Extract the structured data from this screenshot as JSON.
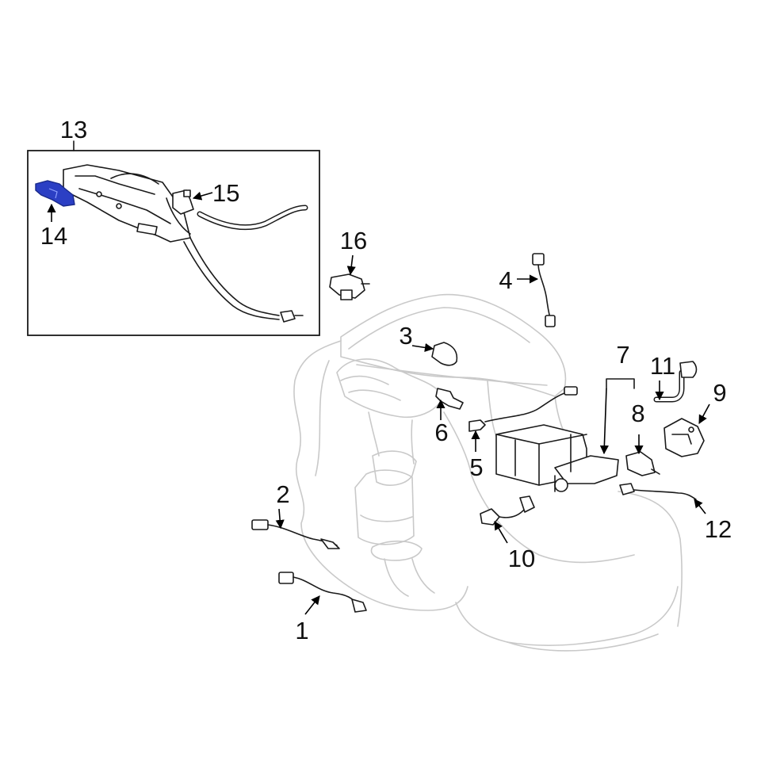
{
  "diagram": {
    "highlight_color": "#2b3fc4",
    "callouts": [
      {
        "id": "c1",
        "label": "1"
      },
      {
        "id": "c2",
        "label": "2"
      },
      {
        "id": "c3",
        "label": "3"
      },
      {
        "id": "c4",
        "label": "4"
      },
      {
        "id": "c5",
        "label": "5"
      },
      {
        "id": "c6",
        "label": "6"
      },
      {
        "id": "c7",
        "label": "7"
      },
      {
        "id": "c8",
        "label": "8"
      },
      {
        "id": "c9",
        "label": "9"
      },
      {
        "id": "c10",
        "label": "10"
      },
      {
        "id": "c11",
        "label": "11"
      },
      {
        "id": "c12",
        "label": "12"
      },
      {
        "id": "c13",
        "label": "13"
      },
      {
        "id": "c14",
        "label": "14"
      },
      {
        "id": "c15",
        "label": "15"
      },
      {
        "id": "c16",
        "label": "16"
      }
    ]
  }
}
